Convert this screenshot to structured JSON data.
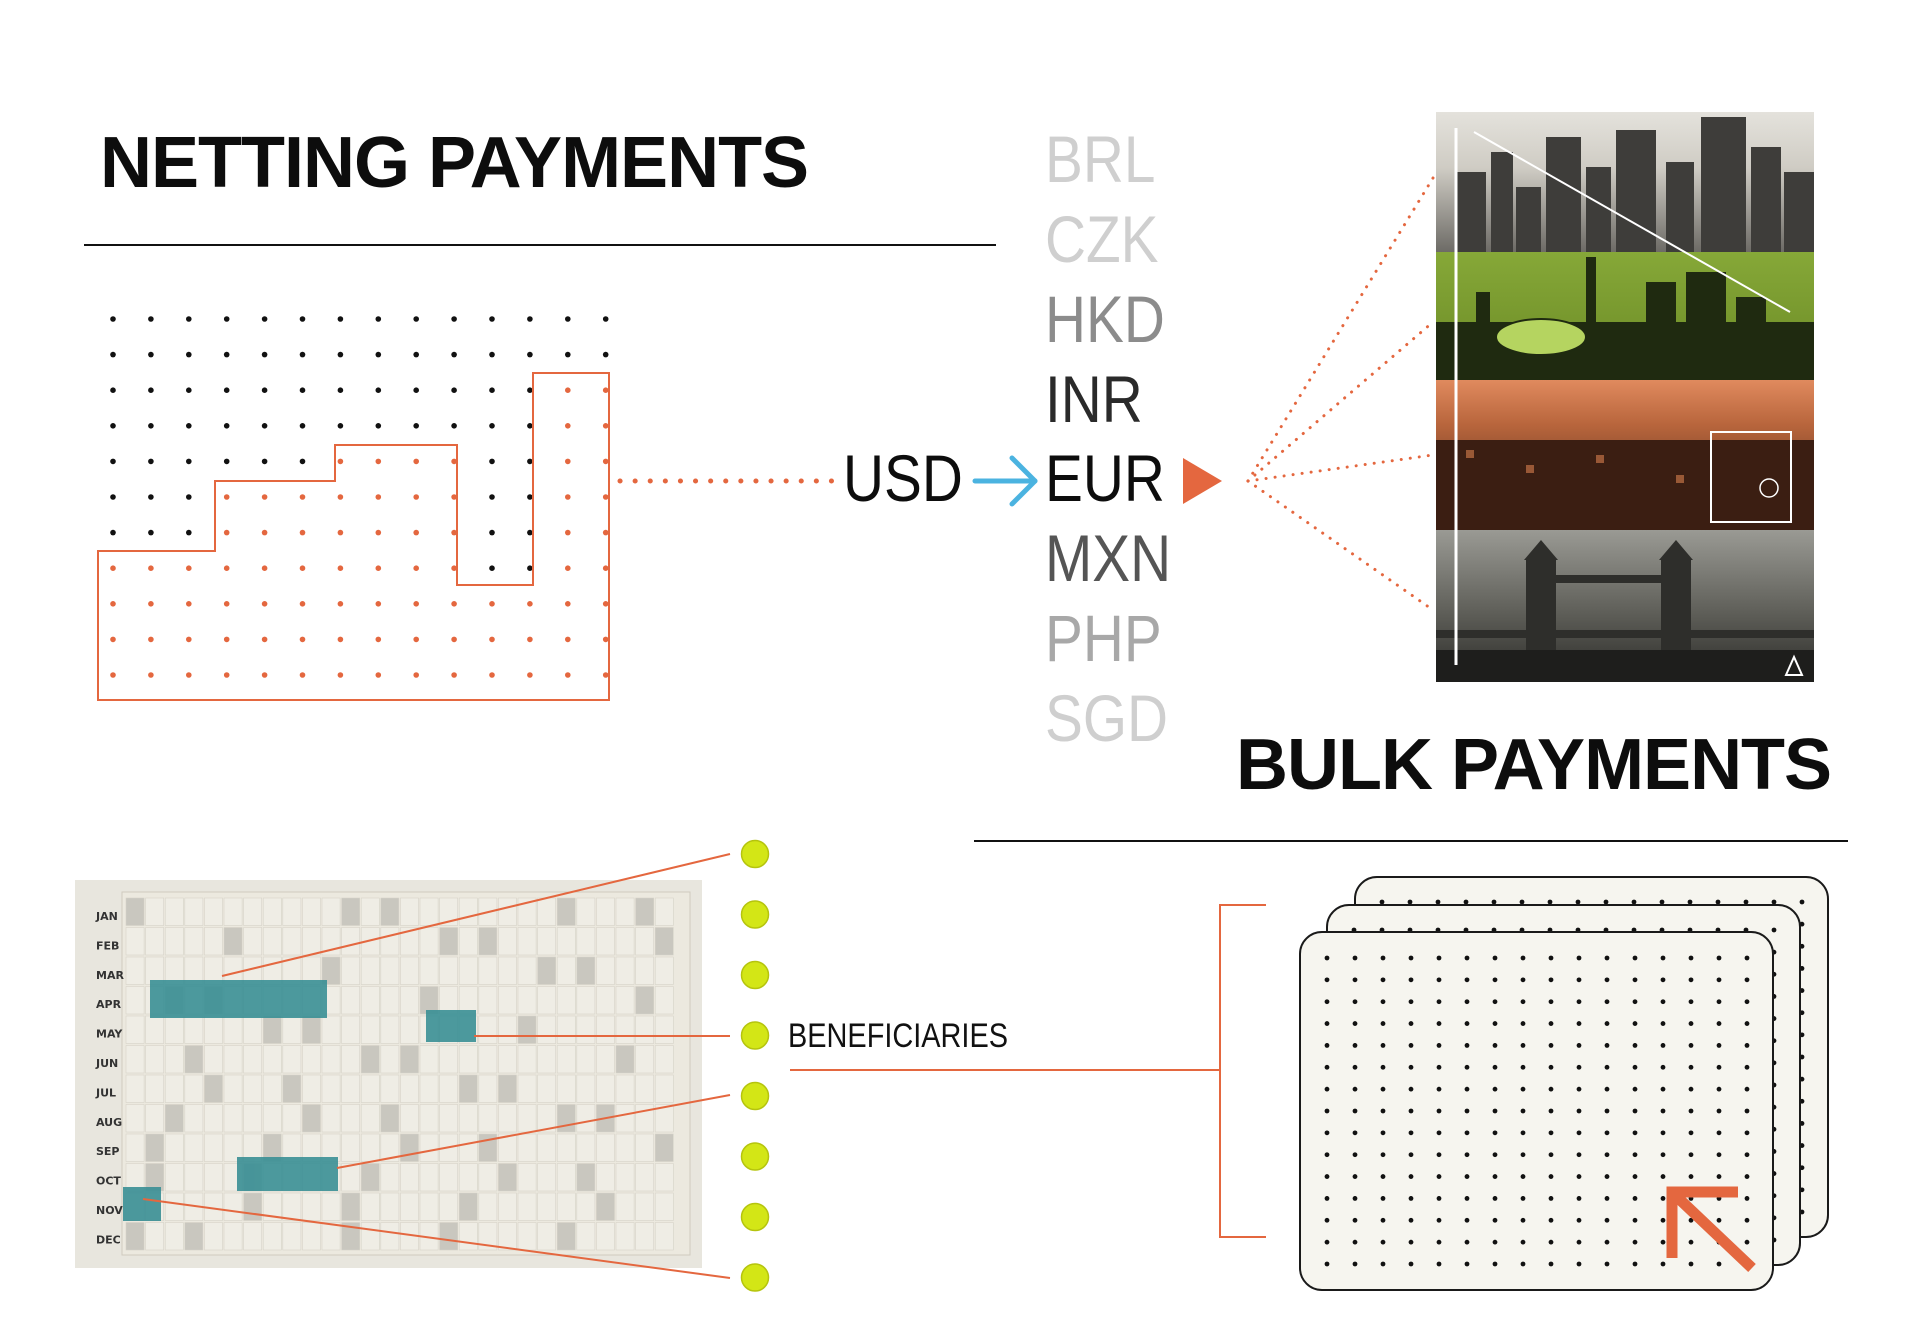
{
  "netting": {
    "title": "NETTING PAYMENTS"
  },
  "bulk": {
    "title": "BULK PAYMENTS"
  },
  "conversion": {
    "from": "USD",
    "selected": "EUR",
    "currencies": [
      "BRL",
      "CZK",
      "HKD",
      "INR",
      "EUR",
      "MXN",
      "PHP",
      "SGD"
    ]
  },
  "calendar": {
    "months": [
      "JAN",
      "FEB",
      "MAR",
      "APR",
      "MAY",
      "JUN",
      "JUL",
      "AUG",
      "SEP",
      "OCT",
      "NOV",
      "DEC"
    ]
  },
  "beneficiaries": {
    "label": "BENEFICIARIES",
    "count": 8
  },
  "icons": {
    "arrow": "arrow-right-icon",
    "play": "triangle-play-icon",
    "corner": "arrow-up-left-icon",
    "delta": "delta-icon"
  },
  "colors": {
    "accent": "#e4673f",
    "arrow_blue": "#4bb3e0",
    "calendar_highlight": "#3a8f95",
    "beneficiary_dot": "#d3e616",
    "panel_green": "#7a9a2e",
    "panel_orange": "#d9794e",
    "card_bg": "#f6f5ef"
  }
}
